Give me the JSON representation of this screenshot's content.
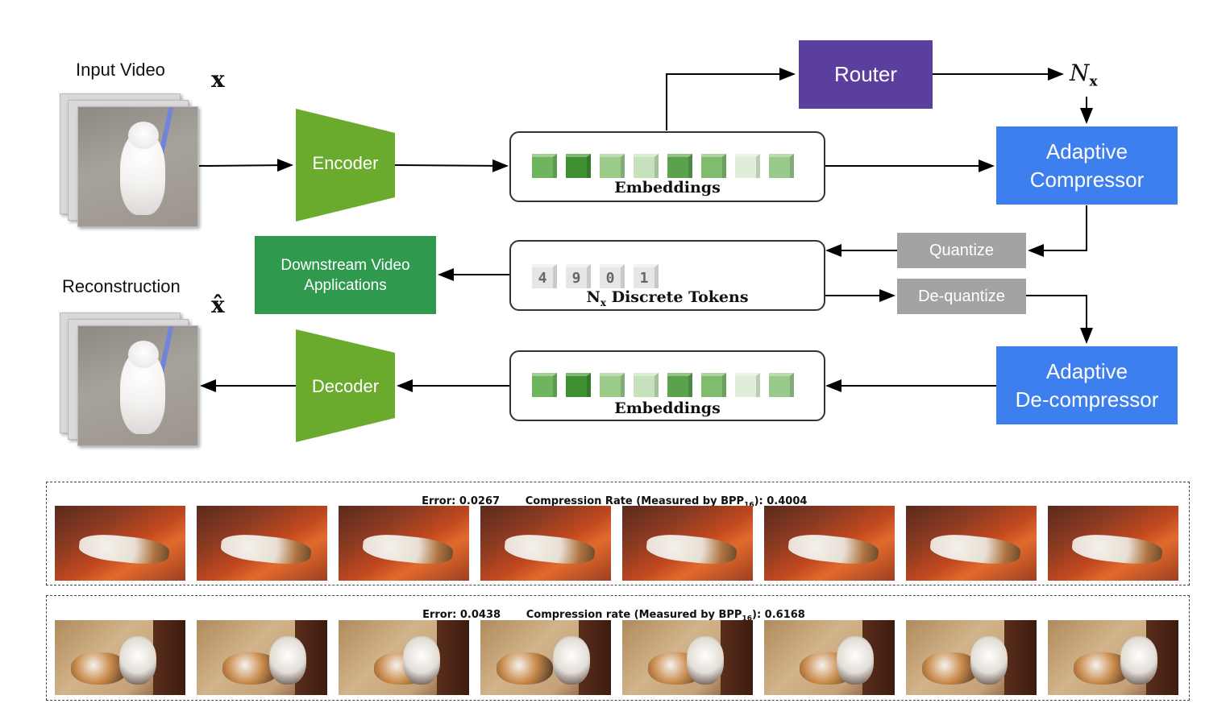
{
  "top_left": {
    "input_label": "Input Video",
    "input_symbol": "x",
    "recon_label": "Reconstruction",
    "recon_symbol": "x̂"
  },
  "blocks": {
    "encoder": "Encoder",
    "decoder": "Decoder",
    "router": "Router",
    "router_output": "N",
    "router_output_sub": "x",
    "adaptive_compressor": [
      "Adaptive",
      "Compressor"
    ],
    "adaptive_decompressor": [
      "Adaptive",
      "De-compressor"
    ],
    "quantize": "Quantize",
    "dequantize": "De-quantize",
    "downstream": [
      "Downstream Video",
      "Applications"
    ],
    "embeddings_top": "Embeddings",
    "embeddings_bottom": "Embeddings",
    "tokens_label_main": "N",
    "tokens_label_sub": "x",
    "tokens_label_rest": " Discrete Tokens",
    "tokens": [
      "4",
      "9",
      "0",
      "1"
    ]
  },
  "colors": {
    "router": "#5b3f9f",
    "adaptive": "#3e7ff0",
    "encoder_decoder": "#6aaa2c",
    "downstream": "#2f9a4d",
    "quantize": "#a3a3a3"
  },
  "cubes": [
    "#6fb55e",
    "#3e8f2f",
    "#9ccc8a",
    "#c6e2bb",
    "#5aa24c",
    "#7fbc6e",
    "#dfeed9",
    "#99c98b"
  ],
  "examples": [
    {
      "error_label": "Error: 0.0267",
      "rate_label": "Compression Rate (Measured by BPP",
      "rate_sub": "16",
      "rate_value": "): 0.4004"
    },
    {
      "error_label": "Error: 0.0438",
      "rate_label": "Compression rate (Measured by BPP",
      "rate_sub": "16",
      "rate_value": "): 0.6168"
    }
  ]
}
